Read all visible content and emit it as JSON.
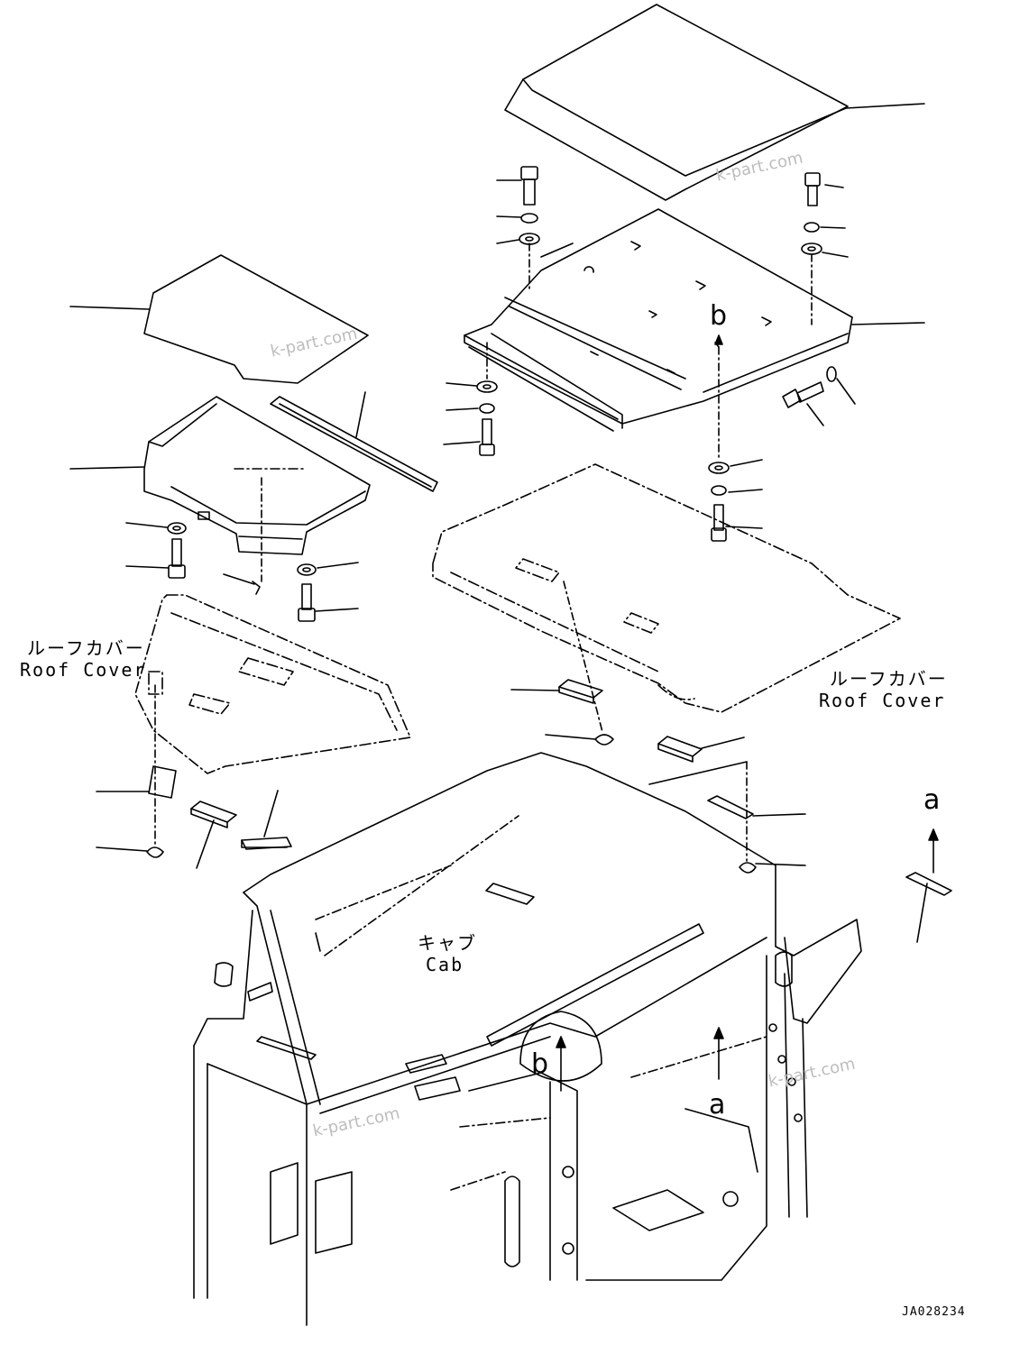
{
  "labels": {
    "roof_cover_left_jp": "ルーフカバー",
    "roof_cover_left_en": "Roof Cover",
    "roof_cover_right_jp": "ルーフカバー",
    "roof_cover_right_en": "Roof Cover",
    "cab_jp": "キャブ",
    "cab_en": "Cab",
    "view_a_top": "a",
    "view_a_bottom": "a",
    "view_b_top": "b",
    "view_b_bottom": "b",
    "drawing_code": "JA028234"
  },
  "watermarks": [
    "k-part.com",
    "k-part.com",
    "k-part.com",
    "k-part.com"
  ]
}
